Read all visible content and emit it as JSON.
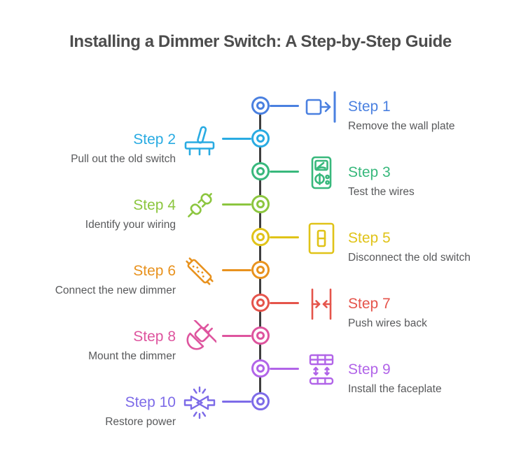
{
  "title": {
    "text": "Installing a Dimmer Switch: A Step-by-Step Guide",
    "color": "#4d4d4d"
  },
  "timeline": {
    "line_color": "#3f3f3f"
  },
  "steps": [
    {
      "label": "Step 1",
      "desc": "Remove the wall plate",
      "color": "#4a80e0",
      "side": "right",
      "icon": "wall-plate-remove"
    },
    {
      "label": "Step 2",
      "desc": "Pull out the old switch",
      "color": "#29abe2",
      "side": "left",
      "icon": "toggle-switch"
    },
    {
      "label": "Step 3",
      "desc": "Test the wires",
      "color": "#38b87c",
      "side": "right",
      "icon": "multimeter"
    },
    {
      "label": "Step 4",
      "desc": "Identify your wiring",
      "color": "#8cc63f",
      "side": "left",
      "icon": "plug-and-socket"
    },
    {
      "label": "Step 5",
      "desc": "Disconnect the old switch",
      "color": "#e0c318",
      "side": "right",
      "icon": "switch-plate"
    },
    {
      "label": "Step 6",
      "desc": "Connect the new dimmer",
      "color": "#e8921e",
      "side": "left",
      "icon": "wire-connector"
    },
    {
      "label": "Step 7",
      "desc": "Push wires back",
      "color": "#e5544b",
      "side": "right",
      "icon": "push-inward-arrows"
    },
    {
      "label": "Step 8",
      "desc": "Mount the dimmer",
      "color": "#de549e",
      "side": "left",
      "icon": "plug-slash"
    },
    {
      "label": "Step 9",
      "desc": "Install the faceplate",
      "color": "#b164e8",
      "side": "right",
      "icon": "faceplate-grid"
    },
    {
      "label": "Step 10",
      "desc": "Restore power",
      "color": "#7d6be8",
      "side": "left",
      "icon": "power-restore"
    }
  ]
}
